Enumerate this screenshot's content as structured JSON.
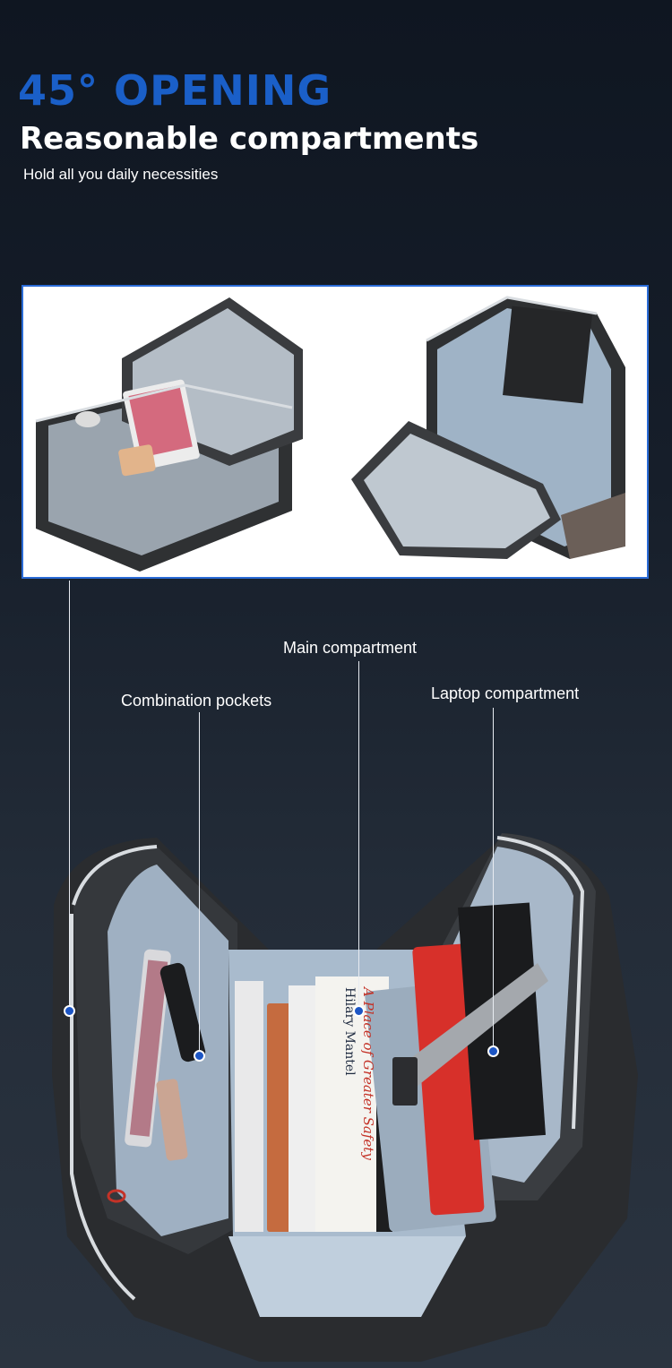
{
  "header": {
    "headline": "45° OPENING",
    "subhead": "Reasonable compartments",
    "tagline": "Hold all you daily necessities"
  },
  "callouts": {
    "main": "Main compartment",
    "combination": "Combination pockets",
    "laptop": "Laptop compartment"
  },
  "book": {
    "author": "Hilary Mantel",
    "title": "A Place of Greater Safety"
  },
  "colors": {
    "headline": "#1a5fc8",
    "frame_border": "#2a6bd6",
    "dot": "#1c55c4"
  }
}
